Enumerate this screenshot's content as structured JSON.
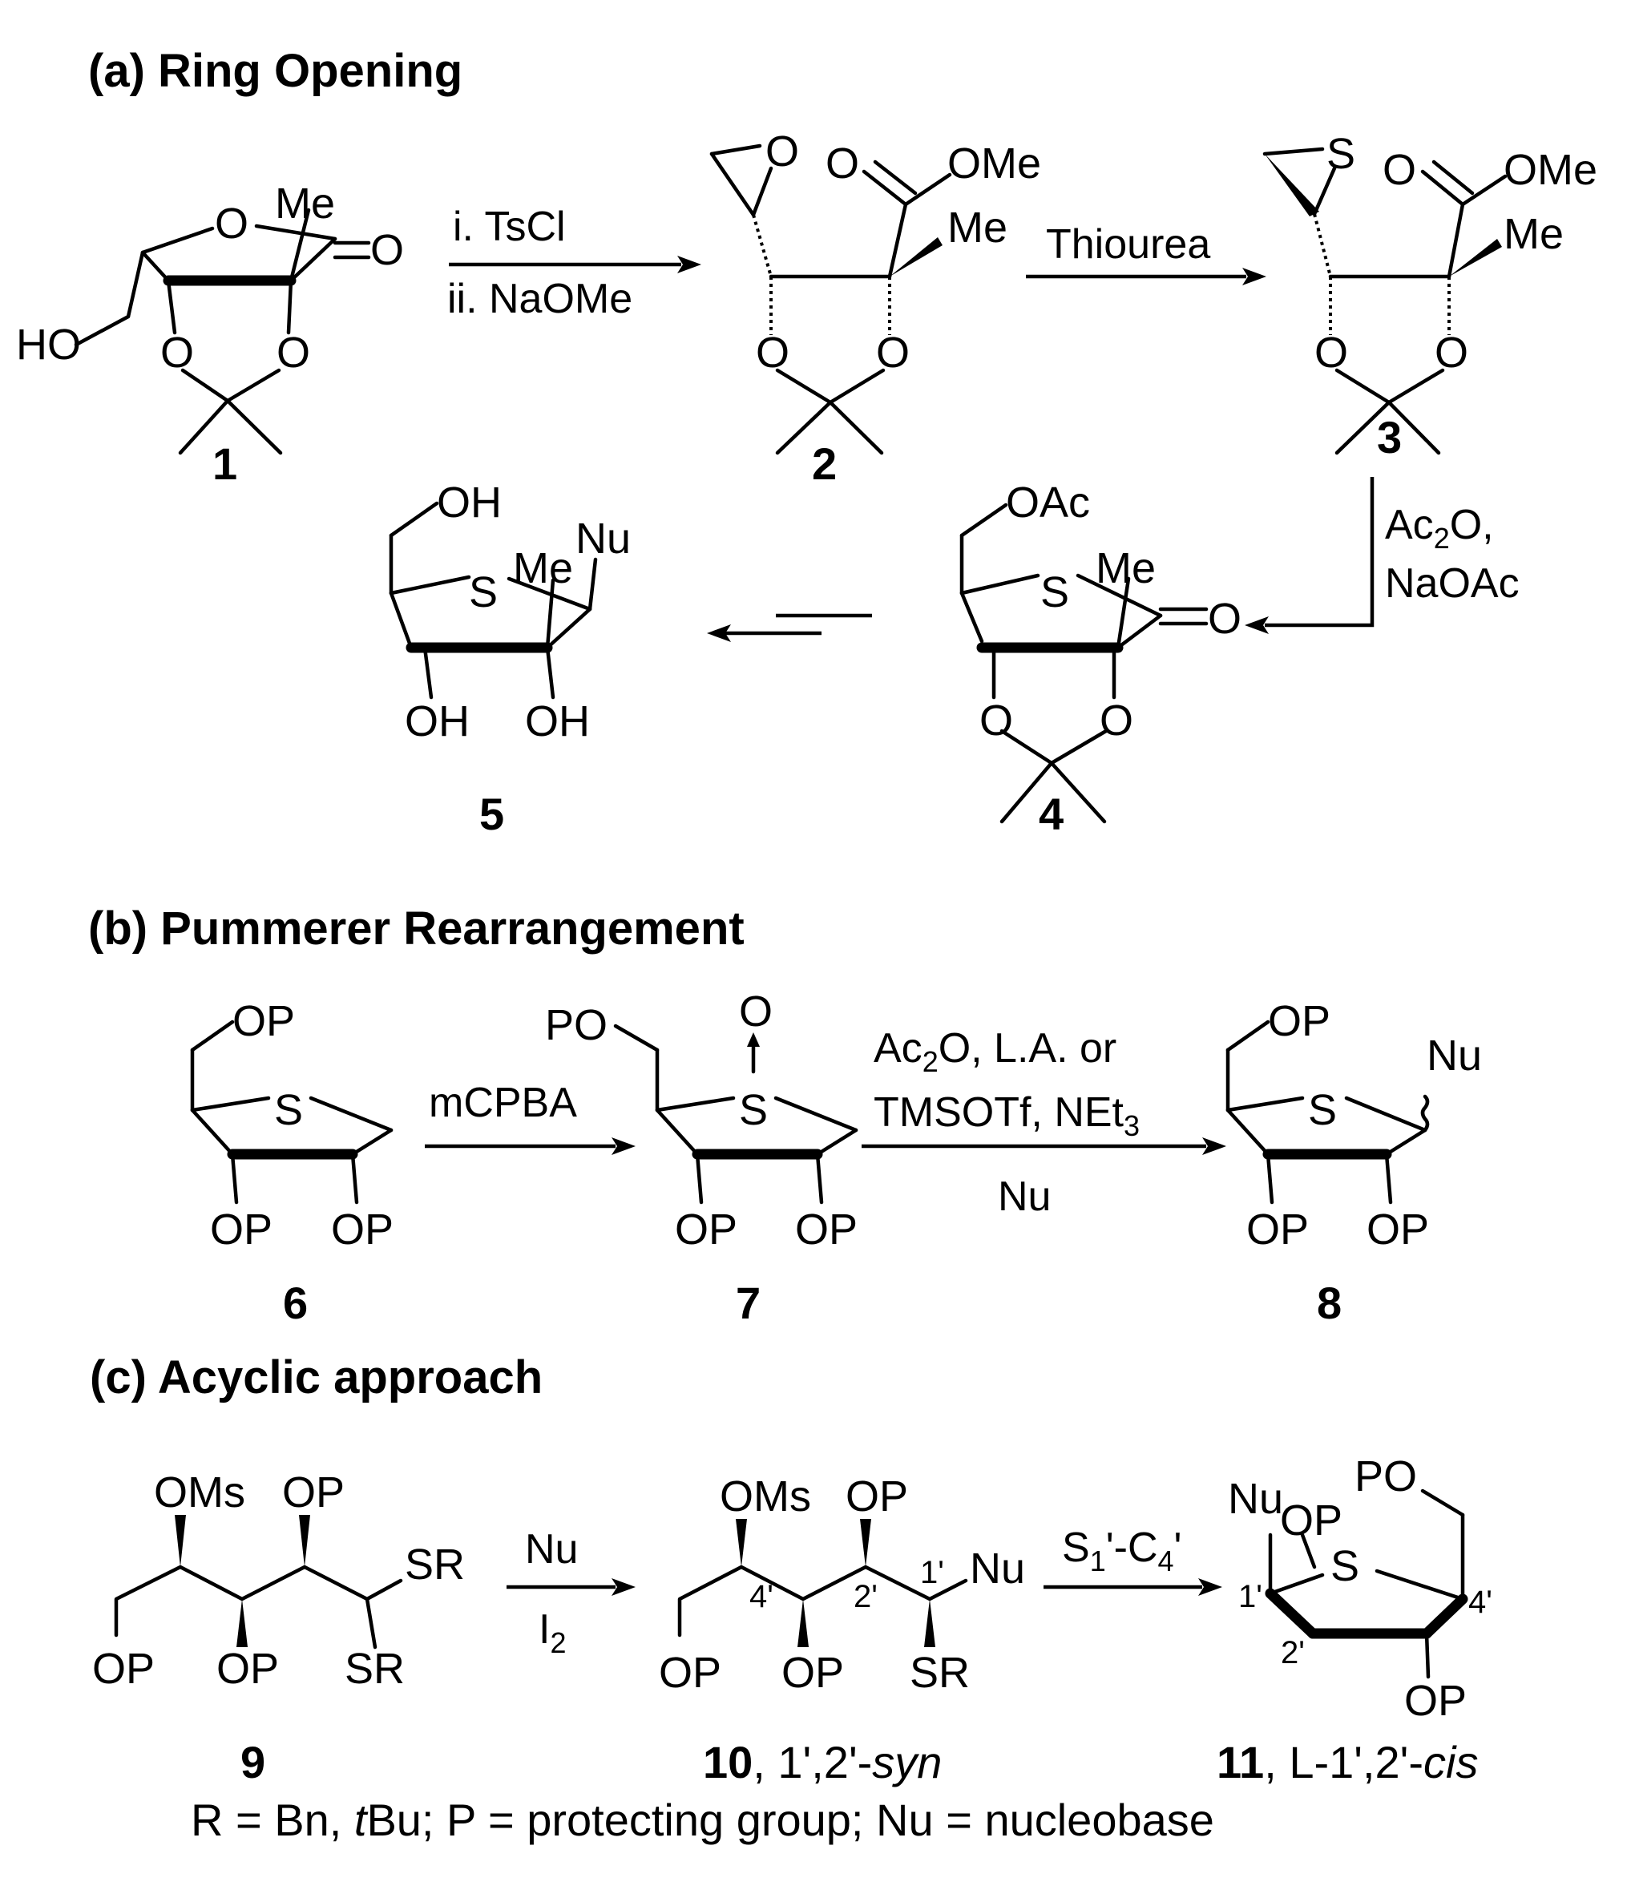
{
  "sections": {
    "a": "(a) Ring Opening",
    "b": "(b) Pummerer Rearrangement",
    "c": "(c) Acyclic approach"
  },
  "atoms": {
    "O": "O",
    "S": "S",
    "Me": "Me",
    "HO": "HO",
    "OH": "OH",
    "OMe": "OMe",
    "OAc": "OAc",
    "Nu": "Nu",
    "OP": "OP",
    "PO": "PO",
    "OMs": "OMs",
    "SR": "SR"
  },
  "compounds": {
    "c1": "1",
    "c2": "2",
    "c3": "3",
    "c4": "4",
    "c5": "5",
    "c6": "6",
    "c7": "7",
    "c8": "8",
    "c9": "9",
    "c10": "10",
    "c10_desc": ", 1',2'-",
    "c10_syn": "syn",
    "c11": "11",
    "c11_desc": ", L-1',2'-",
    "c11_cis": "cis"
  },
  "reagents": {
    "r1a": "i. TsCl",
    "r1b": "ii. NaOMe",
    "r2": "Thiourea",
    "r3a_pre": "Ac",
    "r3a_sub": "2",
    "r3a_post": "O,",
    "r3b": "NaOAc",
    "r6": "mCPBA",
    "r7a_pre": "Ac",
    "r7a_sub": "2",
    "r7a_post": "O, L.A. or",
    "r7b_pre": "TMSOTf, NEt",
    "r7b_sub": "3",
    "r7c": "Nu",
    "r9a": "Nu",
    "r9b_pre": "I",
    "r9b_sub": "2",
    "r10_pre": "S",
    "r10_sub1": "1",
    "r10_mid": "'-C",
    "r10_sub2": "4",
    "r10_post": "'"
  },
  "locants": {
    "p1": "1'",
    "p2": "2'",
    "p4": "4'"
  },
  "footnote": {
    "pre": "R = Bn, ",
    "t": "t",
    "post": "Bu; P = protecting group; Nu = nucleobase"
  }
}
